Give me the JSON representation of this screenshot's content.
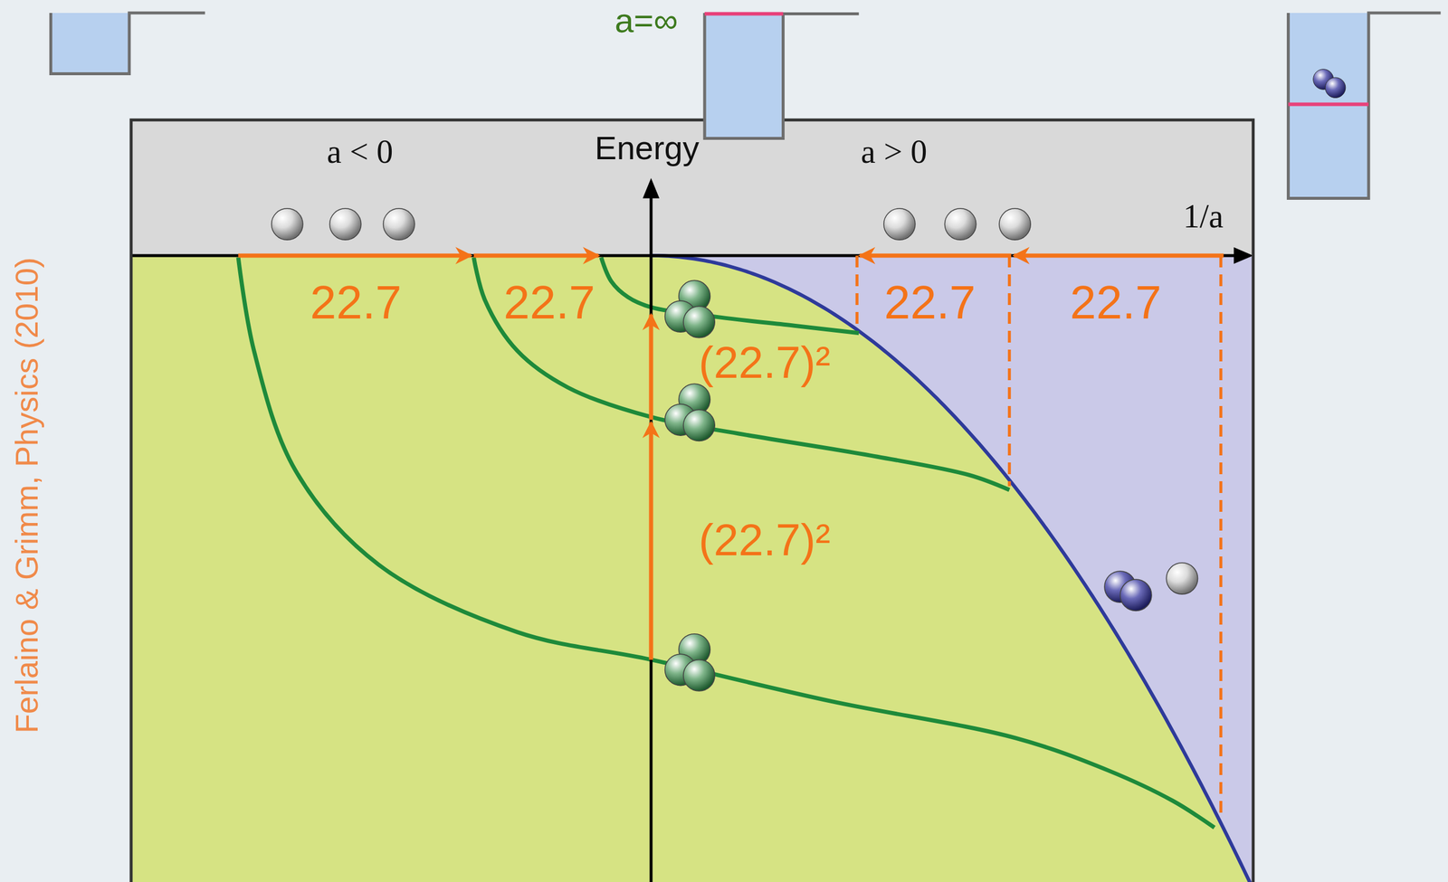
{
  "diagram": {
    "labels": [
      "a=∞",
      "a < 0",
      "Energy",
      "a > 0",
      "1/a",
      "22.7",
      "22.7",
      "22.7",
      "22.7",
      "(22.7)²",
      "(22.7)²",
      "Ferlaino & Grimm, Physics (2010)"
    ]
  }
}
